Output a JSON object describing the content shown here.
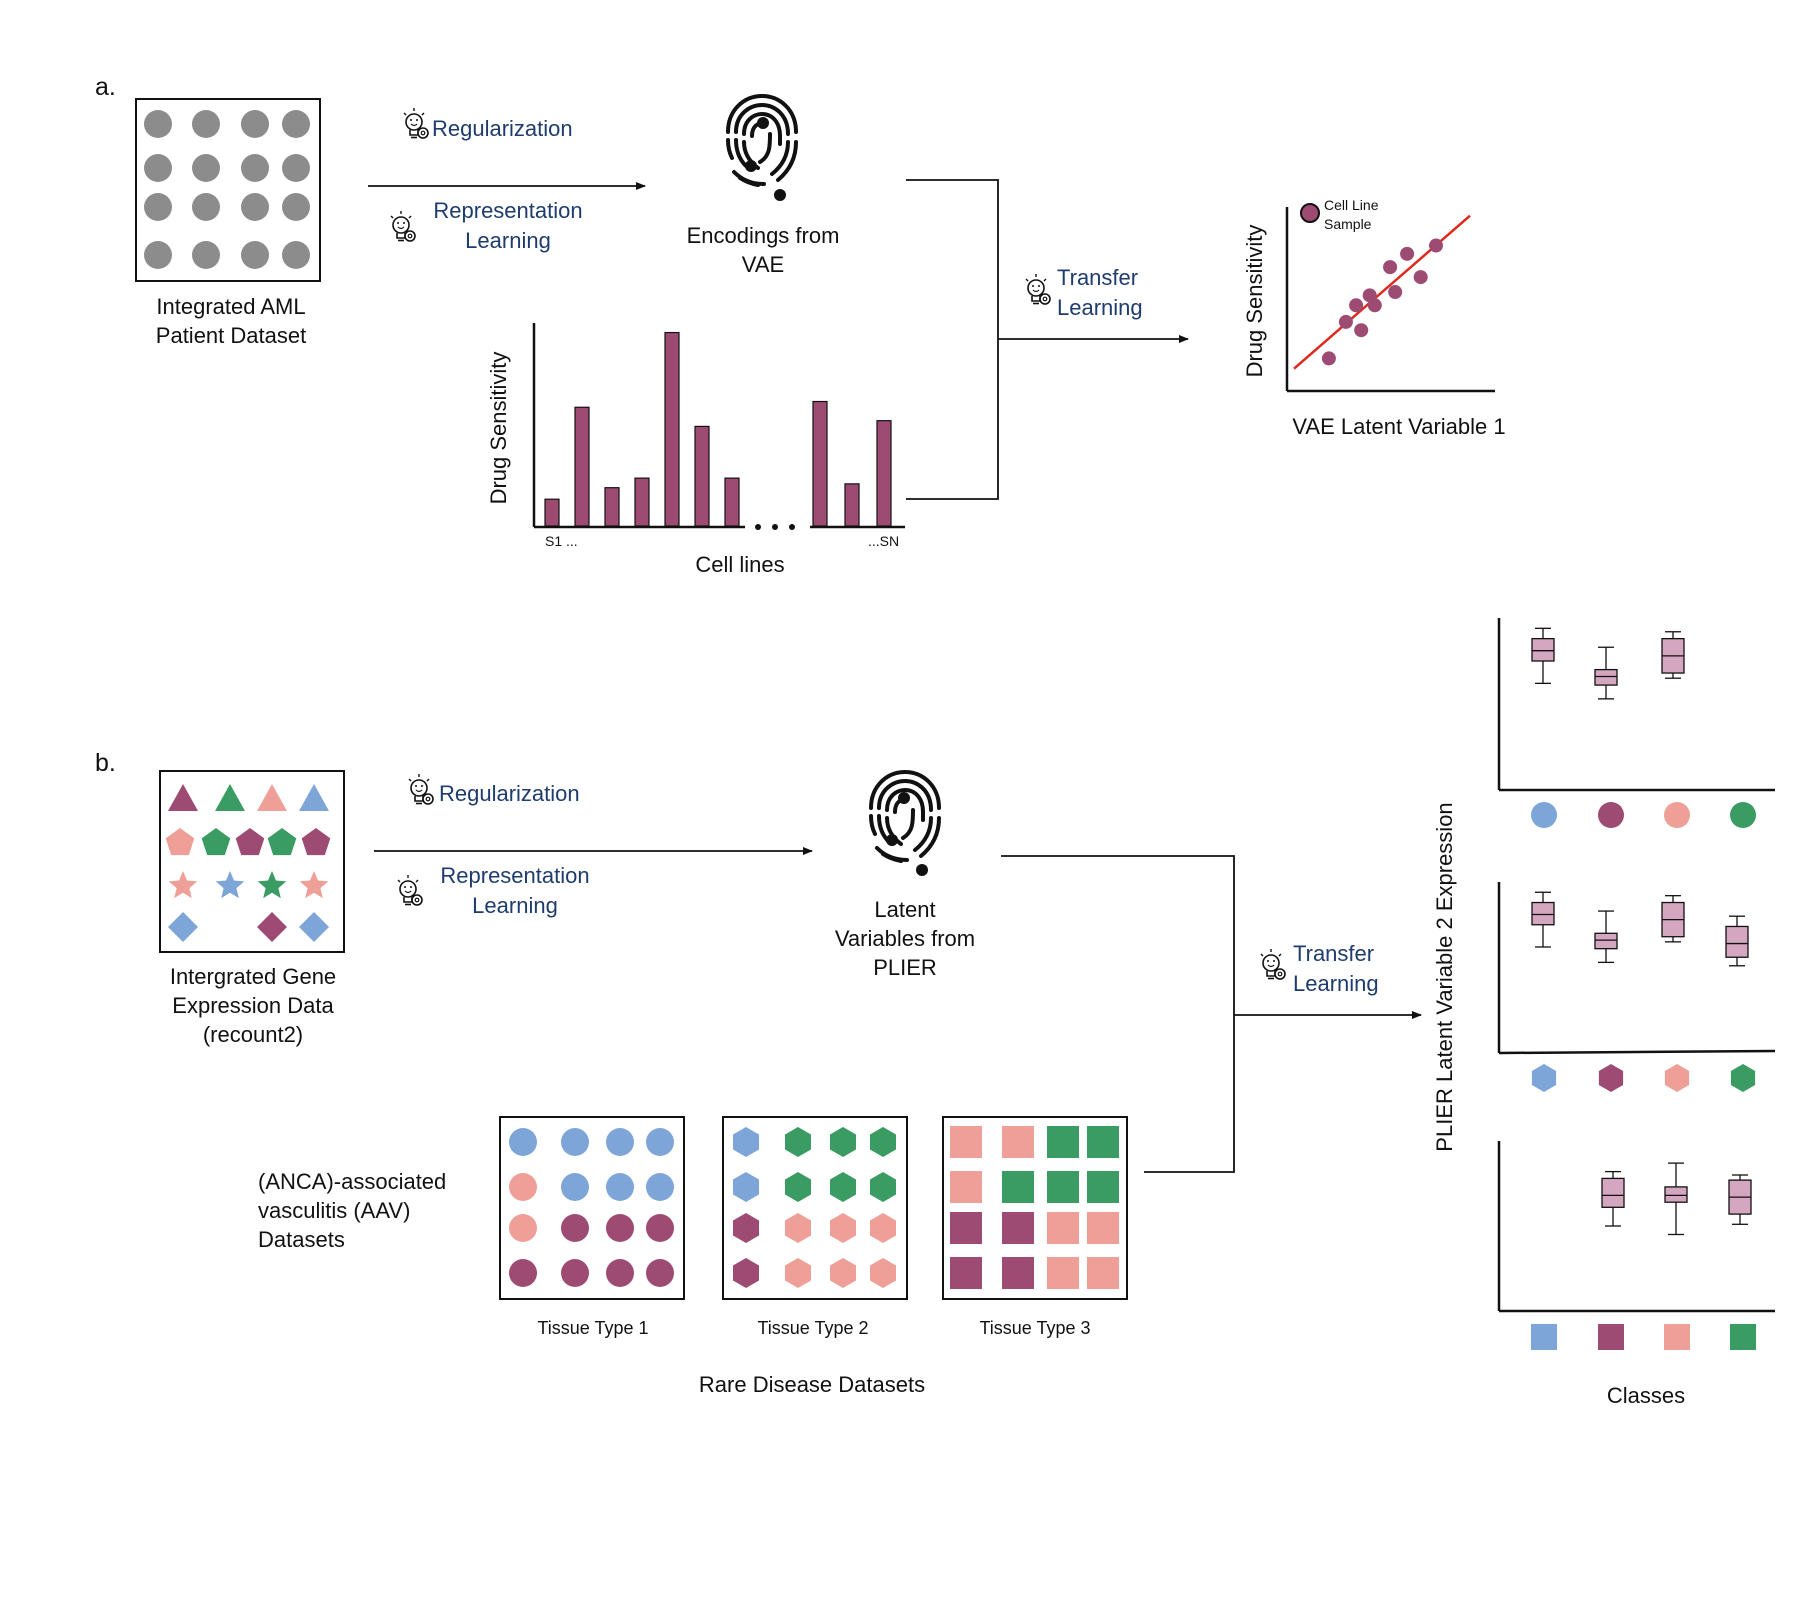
{
  "panel_a": {
    "tag": "a.",
    "dataset_label": [
      "Integrated AML",
      "Patient Dataset"
    ],
    "method_1": "Regularization",
    "method_2": [
      "Representation",
      "Learning"
    ],
    "encodings_label": [
      "Encodings from",
      "VAE"
    ],
    "transfer": [
      "Transfer",
      "Learning"
    ],
    "bar_chart": {
      "ylabel": "Drug Sensitivity",
      "xlabel": "Cell  lines",
      "tick_first": "S1 ...",
      "tick_last": "...SN"
    },
    "scatter": {
      "ylabel": "Drug Sensitivity",
      "xlabel": "VAE Latent Variable 1",
      "legend": [
        "Cell Line",
        "Sample"
      ]
    }
  },
  "panel_b": {
    "tag": "b.",
    "dataset_label": [
      "Intergrated Gene",
      "Expression Data",
      "(recount2)"
    ],
    "method_1": "Regularization",
    "method_2": [
      "Representation",
      "Learning"
    ],
    "latent_label": [
      "Latent",
      "Variables from",
      "PLIER"
    ],
    "transfer": [
      "Transfer",
      "Learning"
    ],
    "aav_label": [
      "(ANCA)-associated",
      "vasculitis (AAV)",
      "Datasets"
    ],
    "tissues": [
      "Tissue Type 1",
      "Tissue Type 2",
      "Tissue Type 3"
    ],
    "rare_label": "Rare Disease Datasets",
    "box_ylabel": "PLIER  Latent Variable 2 Expression",
    "box_xlabel": "Classes"
  },
  "colors": {
    "purple": "#9e4b73",
    "pink": "#ee9f97",
    "green": "#3a9c63",
    "blue": "#7ea5d8",
    "grey": "#8c8c8c",
    "box_fill": "#d4a6bf",
    "text_blue": "#1f3c6e",
    "trend_red": "#e0281c"
  },
  "chart_data": [
    {
      "type": "bar",
      "ylabel": "Drug Sensitivity",
      "xlabel": "Cell  lines",
      "categories": [
        "S1 ...",
        "",
        "",
        "",
        "",
        "",
        "",
        "",
        "",
        "...SN"
      ],
      "values": [
        14,
        62,
        20,
        25,
        101,
        52,
        25,
        65,
        22,
        55
      ],
      "ylim": [
        0,
        118
      ]
    },
    {
      "type": "scatter",
      "ylabel": "Drug Sensitivity",
      "xlabel": "VAE Latent Variable 1",
      "series": [
        {
          "name": "Cell Line Sample",
          "x": [
            17,
            27,
            33,
            36,
            41,
            44,
            53,
            56,
            63,
            71,
            80
          ],
          "y": [
            13,
            35,
            45,
            30,
            51,
            45,
            68,
            53,
            76,
            62,
            81
          ]
        }
      ],
      "trend": {
        "x": [
          0,
          100
        ],
        "y": [
          8,
          99
        ]
      }
    },
    {
      "type": "box",
      "title": "",
      "classes_shape": "circle",
      "boxes": [
        {
          "class_color": "blue",
          "min": 62,
          "q1": 75,
          "median": 81,
          "q3": 88,
          "max": 94
        },
        {
          "class_color": "purple",
          "min": 53,
          "q1": 61,
          "median": 66,
          "q3": 70,
          "max": 83
        },
        {
          "class_color": "pink",
          "min": 65,
          "q1": 68,
          "median": 78,
          "q3": 88,
          "max": 92
        }
      ]
    },
    {
      "type": "box",
      "title": "",
      "classes_shape": "hexagon",
      "boxes": [
        {
          "class_color": "blue",
          "min": 62,
          "q1": 75,
          "median": 81,
          "q3": 88,
          "max": 94
        },
        {
          "class_color": "purple",
          "min": 53,
          "q1": 61,
          "median": 66,
          "q3": 70,
          "max": 83
        },
        {
          "class_color": "pink",
          "min": 65,
          "q1": 68,
          "median": 78,
          "q3": 88,
          "max": 92
        },
        {
          "class_color": "green",
          "min": 51,
          "q1": 56,
          "median": 64,
          "q3": 74,
          "max": 80
        }
      ]
    },
    {
      "type": "box",
      "title": "",
      "classes_shape": "square",
      "boxes": [
        {
          "class_color": "purple",
          "min": 50,
          "q1": 61,
          "median": 68,
          "q3": 78,
          "max": 82
        },
        {
          "class_color": "pink",
          "min": 45,
          "q1": 64,
          "median": 68,
          "q3": 73,
          "max": 87
        },
        {
          "class_color": "green",
          "min": 51,
          "q1": 57,
          "median": 67,
          "q3": 77,
          "max": 80
        }
      ]
    }
  ]
}
